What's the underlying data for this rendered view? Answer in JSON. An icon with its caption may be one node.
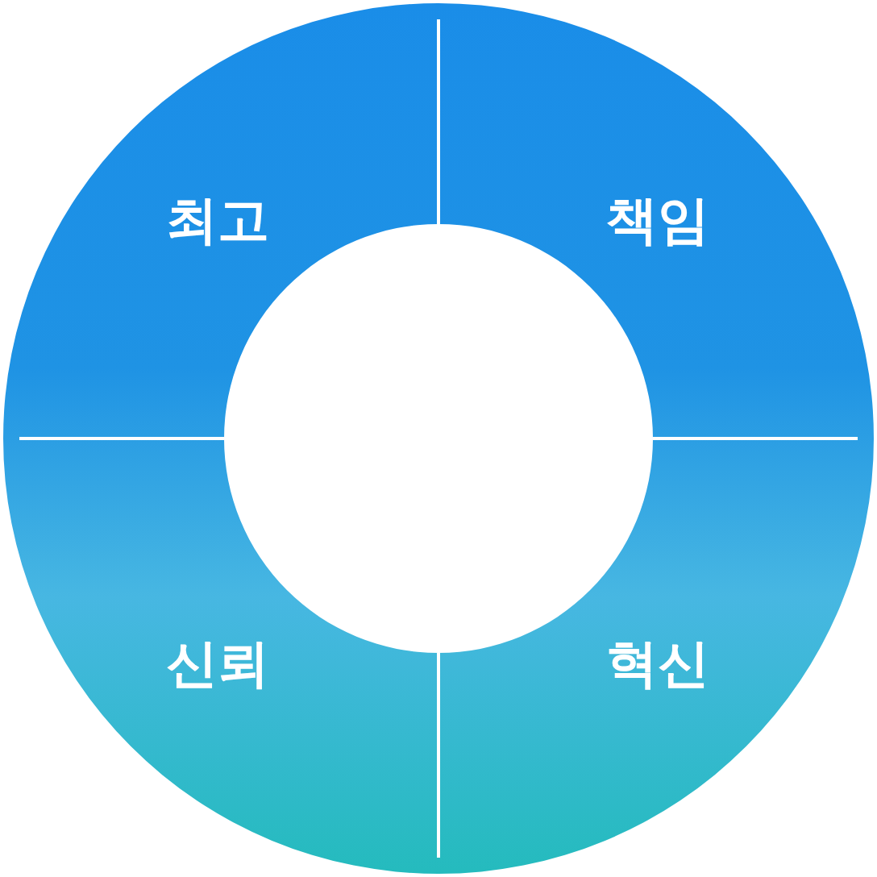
{
  "diagram": {
    "nodes": [
      {
        "text": [
          "최고"
        ]
      },
      {
        "text": [
          "책임"
        ]
      },
      {
        "text": [
          "신뢰"
        ]
      },
      {
        "text": [
          "혁신"
        ]
      }
    ]
  }
}
